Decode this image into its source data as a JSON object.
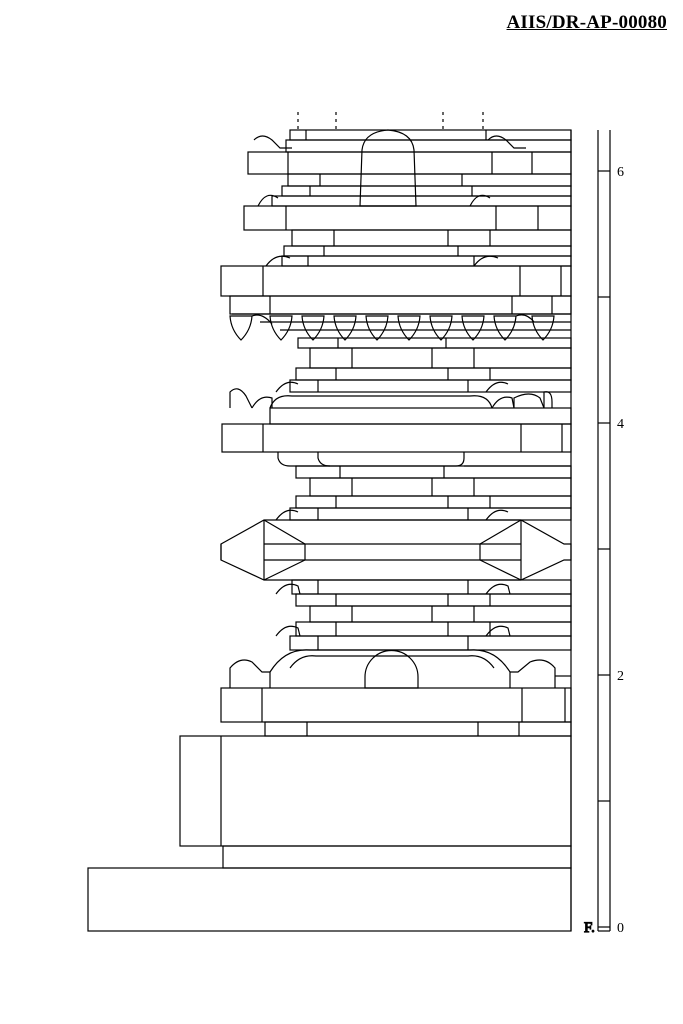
{
  "document": {
    "id": "AIIS/DR-AP-00080"
  },
  "scale": {
    "ticks": [
      {
        "value": 0,
        "label": "0"
      },
      {
        "value": 2,
        "label": "2"
      },
      {
        "value": 4,
        "label": "4"
      },
      {
        "value": 6,
        "label": "6"
      }
    ],
    "floor_label": "F."
  },
  "colors": {
    "ink": "#000000",
    "paper": "#ffffff"
  }
}
